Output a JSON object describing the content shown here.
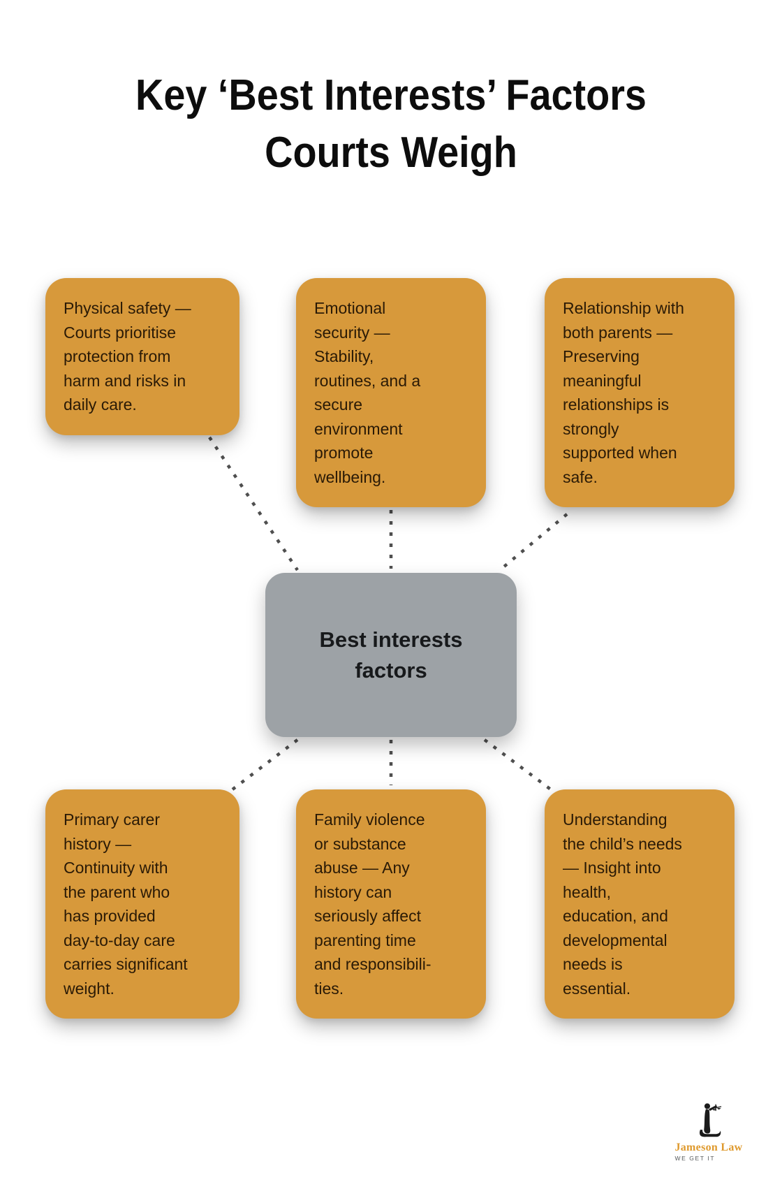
{
  "title": {
    "line1": "Key ‘Best Interests’ Factors",
    "line2": "Courts Weigh"
  },
  "center_node": {
    "label": "Best interests\nfactors"
  },
  "nodes": [
    {
      "id": "physical-safety",
      "text": "Physical safety —\nCourts prioritise\nprotection from\nharm and risks in\ndaily care."
    },
    {
      "id": "emotional-security",
      "text": "Emotional\nsecurity —\nStability,\nroutines, and a\nsecure\nenvironment\npromote\nwellbeing."
    },
    {
      "id": "relationship-with-both-parents",
      "text": "Relationship with\nboth parents —\nPreserving\nmeaningful\nrelationships is\nstrongly\nsupported when\nsafe."
    },
    {
      "id": "primary-carer-history",
      "text": "Primary carer\nhistory —\nContinuity with\nthe parent who\nhas provided\nday-to-day care\ncarries significant\nweight."
    },
    {
      "id": "family-violence-or-substance-abuse",
      "text": "Family violence\nor substance\nabuse — Any\nhistory can\nseriously affect\nparenting time\nand responsibili-\nties."
    },
    {
      "id": "understanding-the-childs-needs",
      "text": "Understanding\nthe child’s needs\n— Insight into\nhealth,\neducation, and\ndevelopmental\nneeds is\nessential."
    }
  ],
  "logo": {
    "name": "Jameson Law",
    "tagline": "WE GET IT"
  },
  "colors": {
    "node_fill": "#D7993B",
    "node_text": "#2A1A06",
    "center_fill": "#9DA2A6",
    "center_text": "#17191B",
    "connector": "#4F4F4F",
    "title_text": "#0D0D0D",
    "logo_orange": "#DF9A2E"
  }
}
